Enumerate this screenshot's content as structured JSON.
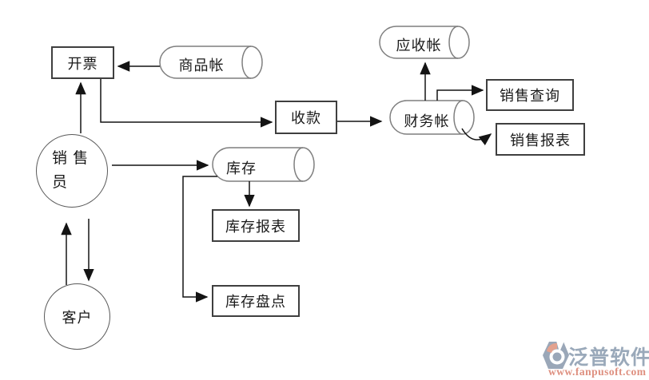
{
  "diagram": {
    "type": "flowchart",
    "nodes": {
      "kaipiao": {
        "label": "开票",
        "shape": "rect"
      },
      "shangpinzhang": {
        "label": "商品帐",
        "shape": "stored-data"
      },
      "yingshouzhang": {
        "label": "应收帐",
        "shape": "stored-data"
      },
      "shoukuan": {
        "label": "收款",
        "shape": "rect"
      },
      "caiwuzhang": {
        "label": "财务帐",
        "shape": "stored-data"
      },
      "xiaoshouchaxun": {
        "label": "销售查询",
        "shape": "rect"
      },
      "xiaoshoubaobiao": {
        "label": "销售报表",
        "shape": "rect"
      },
      "kucun": {
        "label": "库存",
        "shape": "stored-data"
      },
      "kucunbaobiao": {
        "label": "库存报表",
        "shape": "rect"
      },
      "kucunpandian": {
        "label": "库存盘点",
        "shape": "rect"
      },
      "xiaoshouyuan": {
        "label_line1": "销 售",
        "label_line2": "员",
        "shape": "circle"
      },
      "kehu": {
        "label": "客户",
        "shape": "circle"
      }
    },
    "edges": [
      {
        "from": "shangpinzhang",
        "to": "kaipiao"
      },
      {
        "from": "xiaoshouyuan",
        "to": "kaipiao"
      },
      {
        "from": "kaipiao",
        "to": "shoukuan"
      },
      {
        "from": "shoukuan",
        "to": "caiwuzhang"
      },
      {
        "from": "caiwuzhang",
        "to": "yingshouzhang"
      },
      {
        "from": "caiwuzhang",
        "to": "xiaoshouchaxun"
      },
      {
        "from": "caiwuzhang",
        "to": "xiaoshoubaobiao"
      },
      {
        "from": "xiaoshouyuan",
        "to": "kucun"
      },
      {
        "from": "kucun",
        "to": "kucunbaobiao"
      },
      {
        "from": "kucun",
        "to": "kucunpandian"
      },
      {
        "from": "kehu",
        "to": "xiaoshouyuan"
      },
      {
        "from": "xiaoshouyuan",
        "to": "kehu"
      }
    ],
    "colors": {
      "background": "#ffffff",
      "rect_border": "#3f3f3f",
      "tape_stroke": "#7f7f7f",
      "circle_stroke": "#595959",
      "arrow": "#141414",
      "text": "#1a1a1a"
    }
  },
  "watermark": {
    "brand": "泛普软件",
    "url": "www.fanpusoft.com",
    "brand_color": "#9aa9ba",
    "url_color": "#de8f7f",
    "icon_gray": "#9aa7b8",
    "icon_salmon": "#e3a28f"
  }
}
